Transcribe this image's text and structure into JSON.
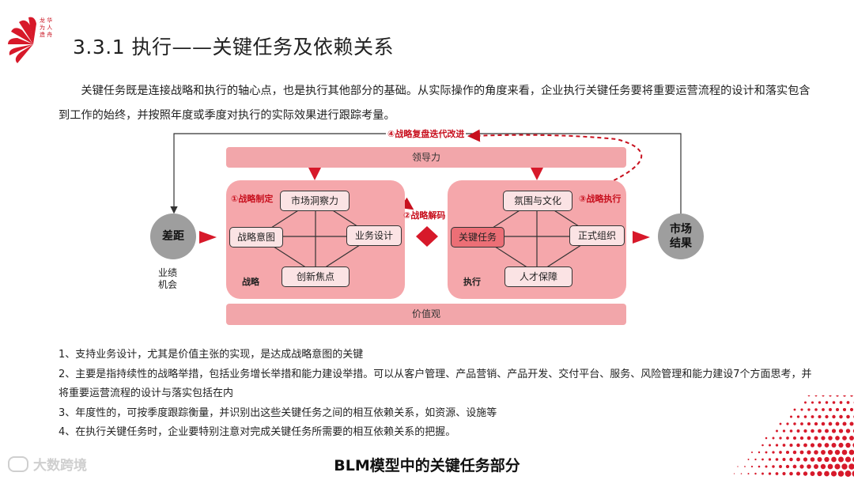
{
  "title": "3.3.1 执行——关键任务及依赖关系",
  "intro": "关键任务既是连接战略和执行的轴心点，也是执行其他部分的基础。从实际操作的角度来看，企业执行关键任务要将重要运营流程的设计和落实包含到工作的始终，并按照年度或季度对执行的实际效果进行跟踪考量。",
  "diagram": {
    "leadership": "领导力",
    "values": "价值观",
    "gap": "差距",
    "gap_sub": "业绩\n机会",
    "market_result": "市场\n结果",
    "loop_label": "④战略复盘迭代改进",
    "step1": "①战略制定",
    "step2": "②战略解码",
    "step3": "③战略执行",
    "strategy_panel_label": "战略",
    "execution_panel_label": "执行",
    "strategy_nodes": {
      "top": "市场洞察力",
      "left": "战略意图",
      "right": "业务设计",
      "bottom": "创新焦点"
    },
    "execution_nodes": {
      "top": "氛围与文化",
      "left": "关键任务",
      "right": "正式组织",
      "bottom": "人才保障"
    }
  },
  "points": [
    "1、支持业务设计，尤其是价值主张的实现，是达成战略意图的关键",
    "2、主要是指持续性的战略举措，包括业务增长举措和能力建设举措。可以从客户管理、产品营销、产品开发、交付平台、服务、风险管理和能力建设7个方面思考，并将重要运营流程的设计与落实包括在内",
    "3、年度性的，可按季度跟踪衡量，并识别出这些关键任务之间的相互依赖关系，如资源、设施等",
    "4、在执行关键任务时，企业要特别注意对完成关键任务所需要的相互依赖关系的把握。"
  ],
  "caption": "BLM模型中的关键任务部分",
  "watermark": "大数跨境",
  "logo_text": "龙 华 为 人 造 舟",
  "colors": {
    "accent": "#c8101e",
    "pink_bar": "#f2a6aa",
    "panel": "#f5a7ab",
    "node": "#fbe3e4",
    "key_node": "#ec6f76",
    "gray": "#9e9e9e"
  }
}
